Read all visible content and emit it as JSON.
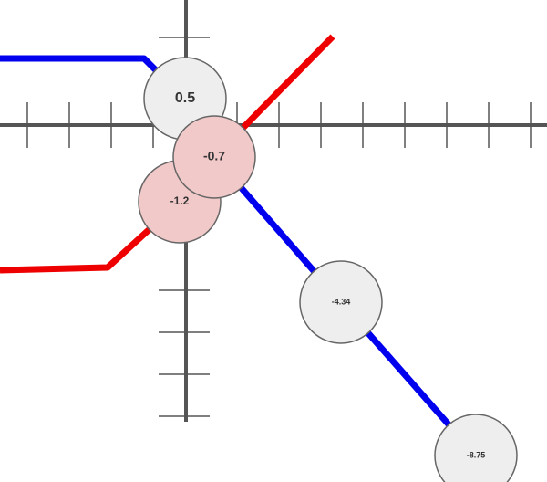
{
  "colors": {
    "axis": "#555555",
    "blue_line": "#0000ee",
    "red_line": "#ee0000",
    "node_gray_fill": "#eeeeee",
    "node_pink_fill": "#f2c9c9",
    "node_stroke": "#666666",
    "label": "#333333"
  },
  "nodes": [
    {
      "id": "n1",
      "label": "0.5",
      "style": "gray"
    },
    {
      "id": "n2",
      "label": "-0.7",
      "style": "pink"
    },
    {
      "id": "n3",
      "label": "-1.2",
      "style": "pink"
    },
    {
      "id": "n4",
      "label": "-4.34",
      "style": "gray"
    },
    {
      "id": "n5",
      "label": "-8.75",
      "style": "gray"
    }
  ]
}
